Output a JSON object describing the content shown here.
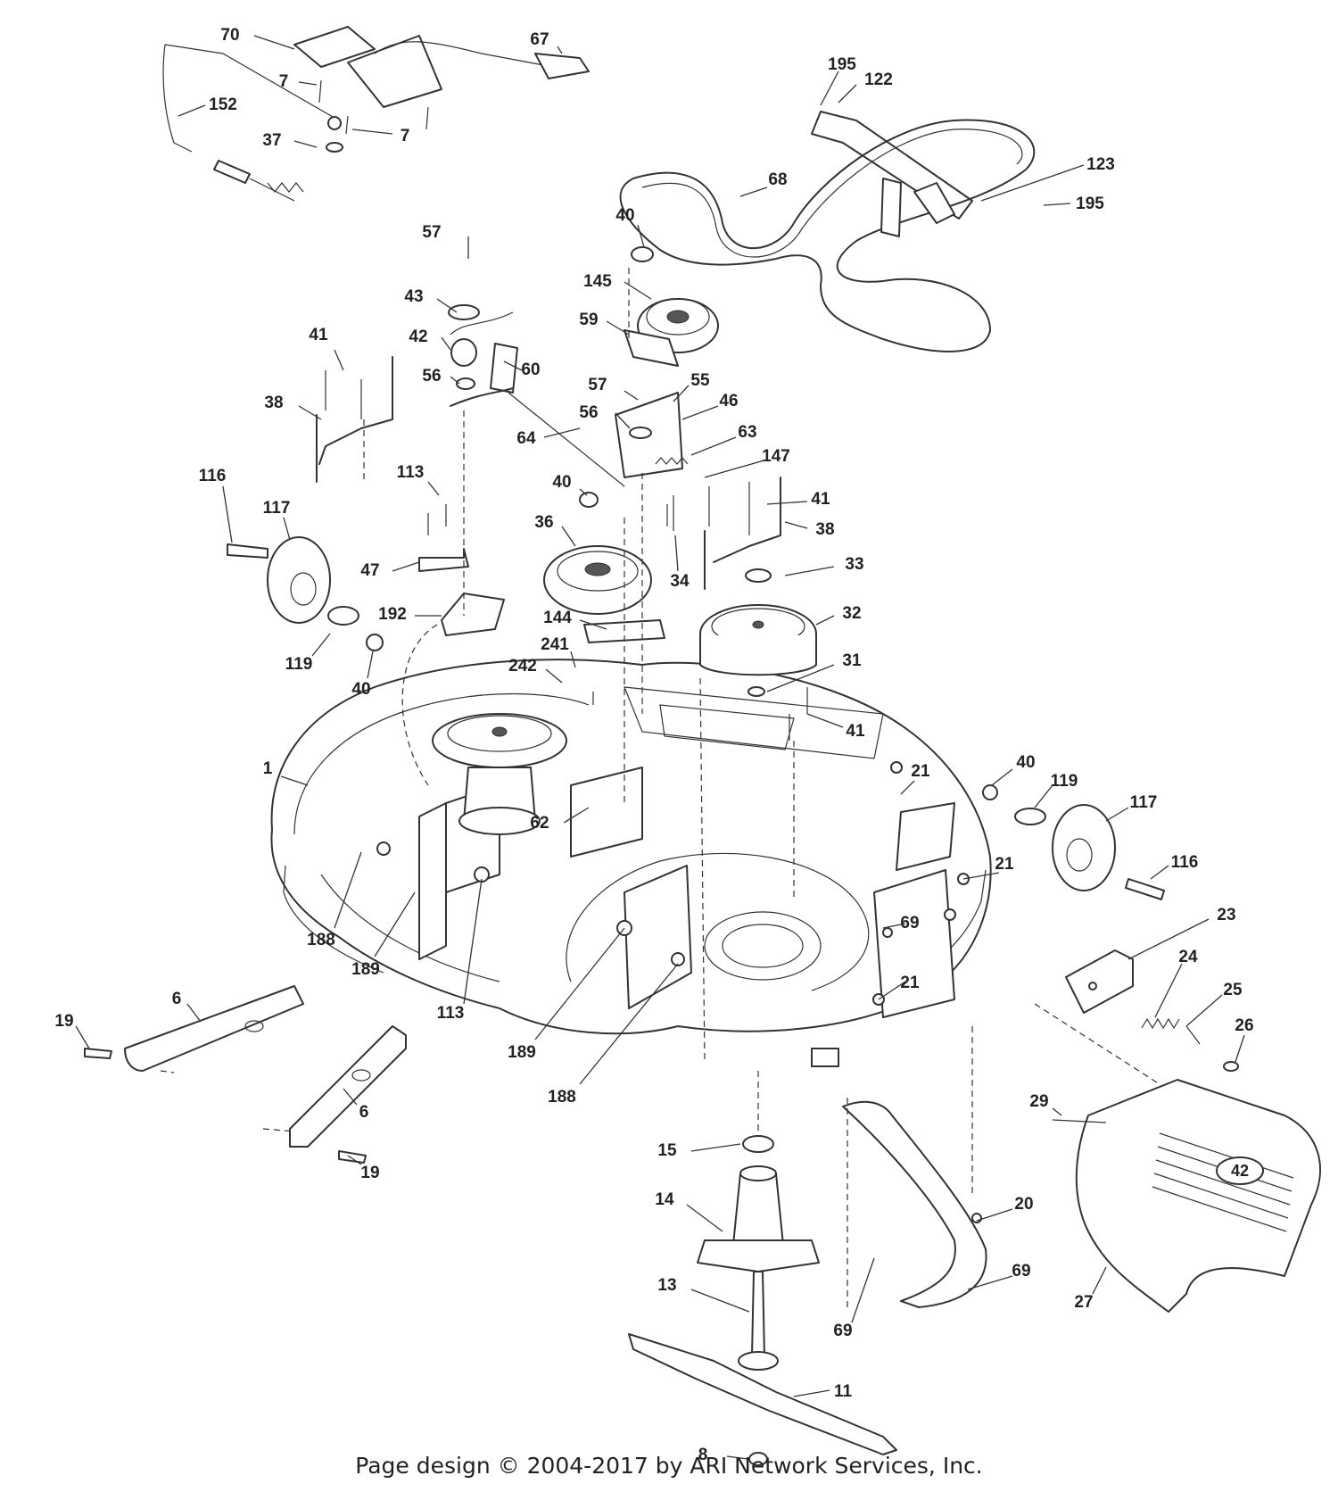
{
  "callouts": {
    "c70": "70",
    "c67": "67",
    "c7a": "7",
    "c7b": "7",
    "c152": "152",
    "c37": "37",
    "c195a": "195",
    "c122": "122",
    "c68": "68",
    "c123": "123",
    "c195b": "195",
    "c57a": "57",
    "c40a": "40",
    "c43": "43",
    "c145": "145",
    "c42": "42",
    "c59": "59",
    "c41a": "41",
    "c56a": "56",
    "c60": "60",
    "c38a": "38",
    "c57b": "57",
    "c55": "55",
    "c56b": "56",
    "c46": "46",
    "c64": "64",
    "c63": "63",
    "c147": "147",
    "c116a": "116",
    "c40b": "40",
    "c41b": "41",
    "c113a": "113",
    "c117a": "117",
    "c36": "36",
    "c38b": "38",
    "c47": "47",
    "c34": "34",
    "c33": "33",
    "c144": "144",
    "c192": "192",
    "c32": "32",
    "c241": "241",
    "c119a": "119",
    "c40c": "40",
    "c242": "242",
    "c31": "31",
    "c41c": "41",
    "c1": "1",
    "c21a": "21",
    "c40d": "40",
    "c119b": "119",
    "c117b": "117",
    "c62": "62",
    "c116b": "116",
    "c21b": "21",
    "c188a": "188",
    "c69a": "69",
    "c23": "23",
    "c189a": "189",
    "c113b": "113",
    "c21c": "21",
    "c24": "24",
    "c25": "25",
    "c6a": "6",
    "c19a": "19",
    "c26": "26",
    "c189b": "189",
    "c6b": "6",
    "c188b": "188",
    "c29": "29",
    "c15": "15",
    "c19b": "19",
    "c14": "14",
    "c20": "20",
    "c13": "13",
    "c69b": "69",
    "c69c": "69",
    "c27": "27",
    "c11": "11",
    "c8": "8"
  },
  "chute_badge": "42",
  "footer": "Page design © 2004-2017 by ARI Network Services, Inc."
}
